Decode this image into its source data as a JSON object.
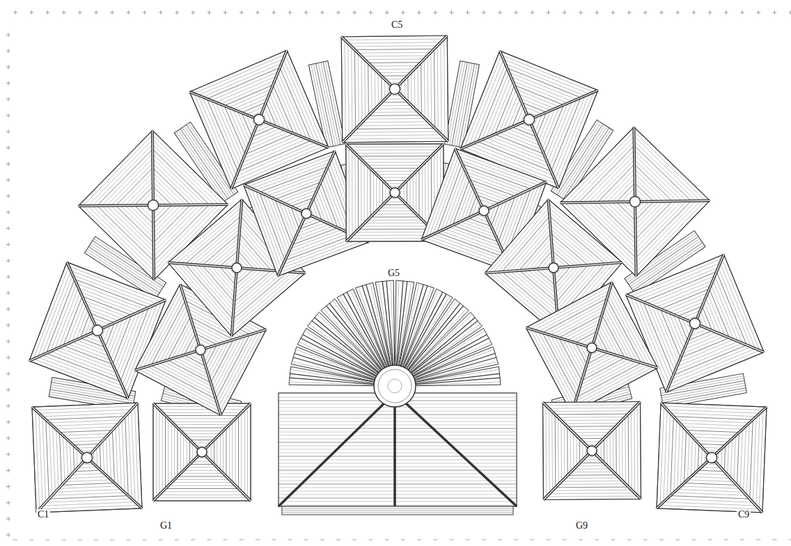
{
  "diagram": {
    "labels": [
      "C5",
      "G5",
      "C1",
      "G1",
      "G9",
      "C9"
    ]
  }
}
